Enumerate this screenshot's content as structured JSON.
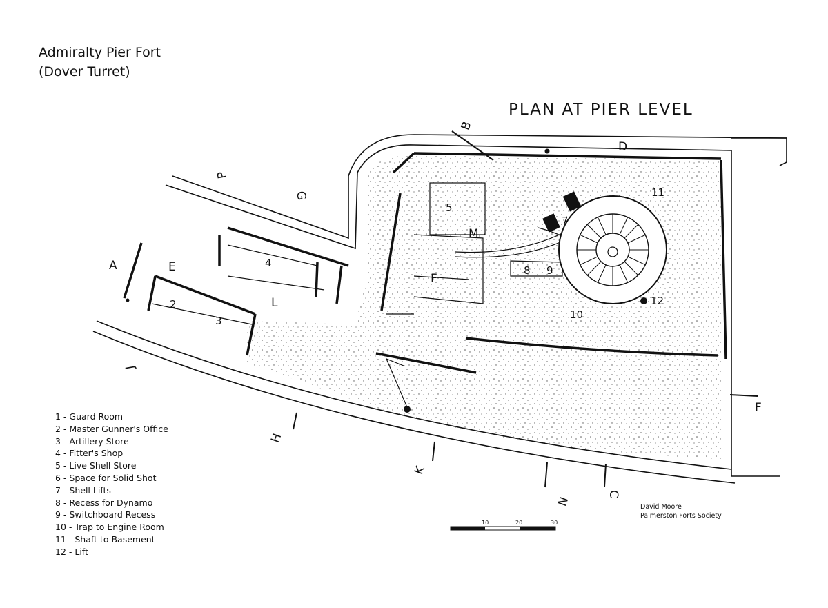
{
  "title": {
    "line1": "Admiralty Pier Fort",
    "line2": "(Dover Turret)"
  },
  "plan_title": "PLAN AT PIER LEVEL",
  "legend": [
    "1 - Guard Room",
    "2 - Master Gunner's Office",
    "3 - Artillery Store",
    "4 - Fitter's Shop",
    "5 - Live Shell Store",
    "6 - Space for Solid Shot",
    "7 - Shell Lifts",
    "8 - Recess for Dynamo",
    "9 - Switchboard Recess",
    "10 - Trap to Engine Room",
    "11 - Shaft to Basement",
    "12 - Lift"
  ],
  "credit": {
    "author": "David Moore",
    "organisation": "Palmerston Forts Society"
  },
  "scale_bar": {
    "ticks": [
      "10",
      "20",
      "30"
    ]
  },
  "section_letters": {
    "A": "A",
    "B": "B",
    "C": "C",
    "D": "D",
    "E": "E",
    "F_right": "F",
    "F_inner": "F",
    "G": "G",
    "H": "H",
    "J": "J",
    "K": "K",
    "L": "L",
    "M": "M",
    "N": "N",
    "P": "P"
  },
  "room_numbers": {
    "r2": "2",
    "r3": "3",
    "r4": "4",
    "r5": "5",
    "r7": "7",
    "r8": "8",
    "r9": "9",
    "r10": "10",
    "r11": "11",
    "r12": "12"
  }
}
